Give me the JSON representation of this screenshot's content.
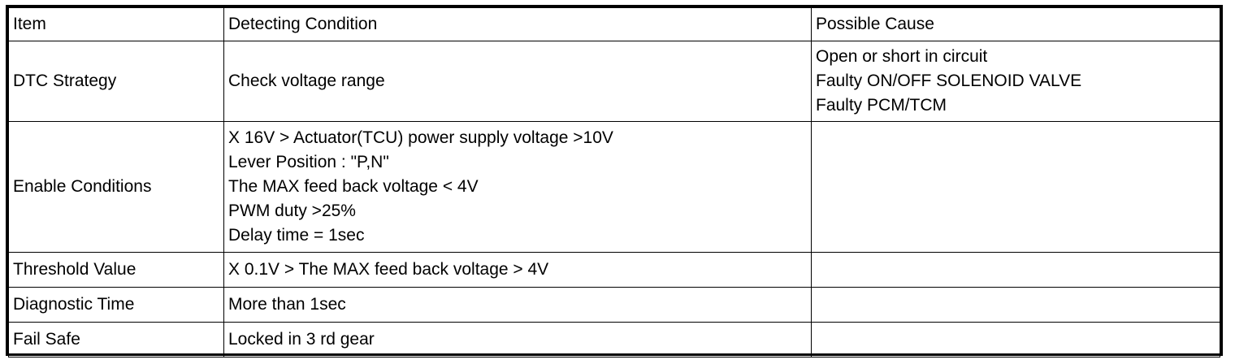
{
  "table": {
    "headers": {
      "item": "Item",
      "detecting_condition": "Detecting Condition",
      "possible_cause": "Possible Cause"
    },
    "rows": [
      {
        "item": "DTC Strategy",
        "detecting_condition": [
          "Check voltage range"
        ],
        "possible_cause": [
          "Open or short in circuit",
          "Faulty ON/OFF SOLENOID VALVE",
          "Faulty PCM/TCM"
        ]
      },
      {
        "item": "Enable Conditions",
        "detecting_condition": [
          "X 16V > Actuator(TCU) power supply voltage >10V",
          "Lever Position : \"P,N\"",
          "The MAX feed back voltage < 4V",
          "PWM duty >25%",
          "Delay time = 1sec"
        ],
        "possible_cause": []
      },
      {
        "item": "Threshold Value",
        "detecting_condition": [
          "X 0.1V > The MAX feed back voltage > 4V"
        ],
        "possible_cause": []
      },
      {
        "item": "Diagnostic Time",
        "detecting_condition": [
          "More than 1sec"
        ],
        "possible_cause": []
      },
      {
        "item": "Fail Safe",
        "detecting_condition": [
          "Locked in 3 rd gear"
        ],
        "possible_cause": []
      }
    ]
  }
}
